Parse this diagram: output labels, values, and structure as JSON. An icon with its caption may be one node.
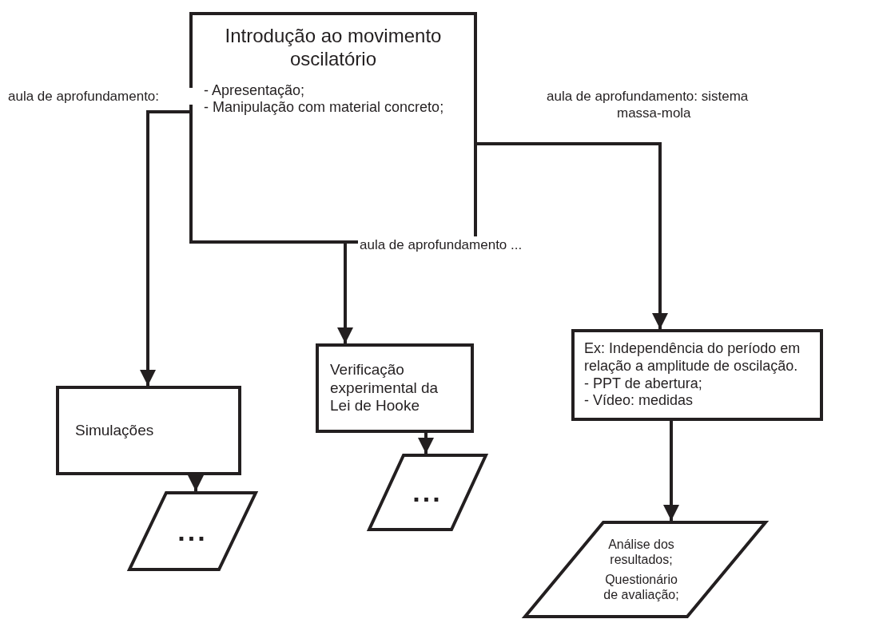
{
  "diagram": {
    "nodes": [
      {
        "text": [
          "Introdução ao movimento oscilatório",
          "- Apresentação;",
          "- Manipulação com material concreto;"
        ]
      },
      {
        "text": [
          "Simulações"
        ]
      },
      {
        "text": [
          "Verificação experimental da Lei de Hooke"
        ]
      },
      {
        "text": [
          "Ex: Independência do período em relação a amplitude de oscilação.",
          "- PPT de abertura;",
          "- Vídeo: medidas"
        ]
      },
      {
        "text": [
          "..."
        ]
      },
      {
        "text": [
          "..."
        ]
      },
      {
        "text": [
          "Análise dos resultados;",
          "Questionário de avaliação;"
        ]
      }
    ],
    "edges": [
      {
        "from": 0,
        "to": 1,
        "arrow": "to",
        "label": "aula de aprofundamento:"
      },
      {
        "from": 0,
        "to": 2,
        "arrow": "to",
        "label": "aula de aprofundamento ..."
      },
      {
        "from": 0,
        "to": 3,
        "arrow": "to",
        "label": "aula de aprofundamento: sistema massa-mola"
      },
      {
        "from": 1,
        "to": 4,
        "arrow": "to"
      },
      {
        "from": 2,
        "to": 5,
        "arrow": "to"
      },
      {
        "from": 3,
        "to": 6,
        "arrow": "to"
      }
    ]
  }
}
